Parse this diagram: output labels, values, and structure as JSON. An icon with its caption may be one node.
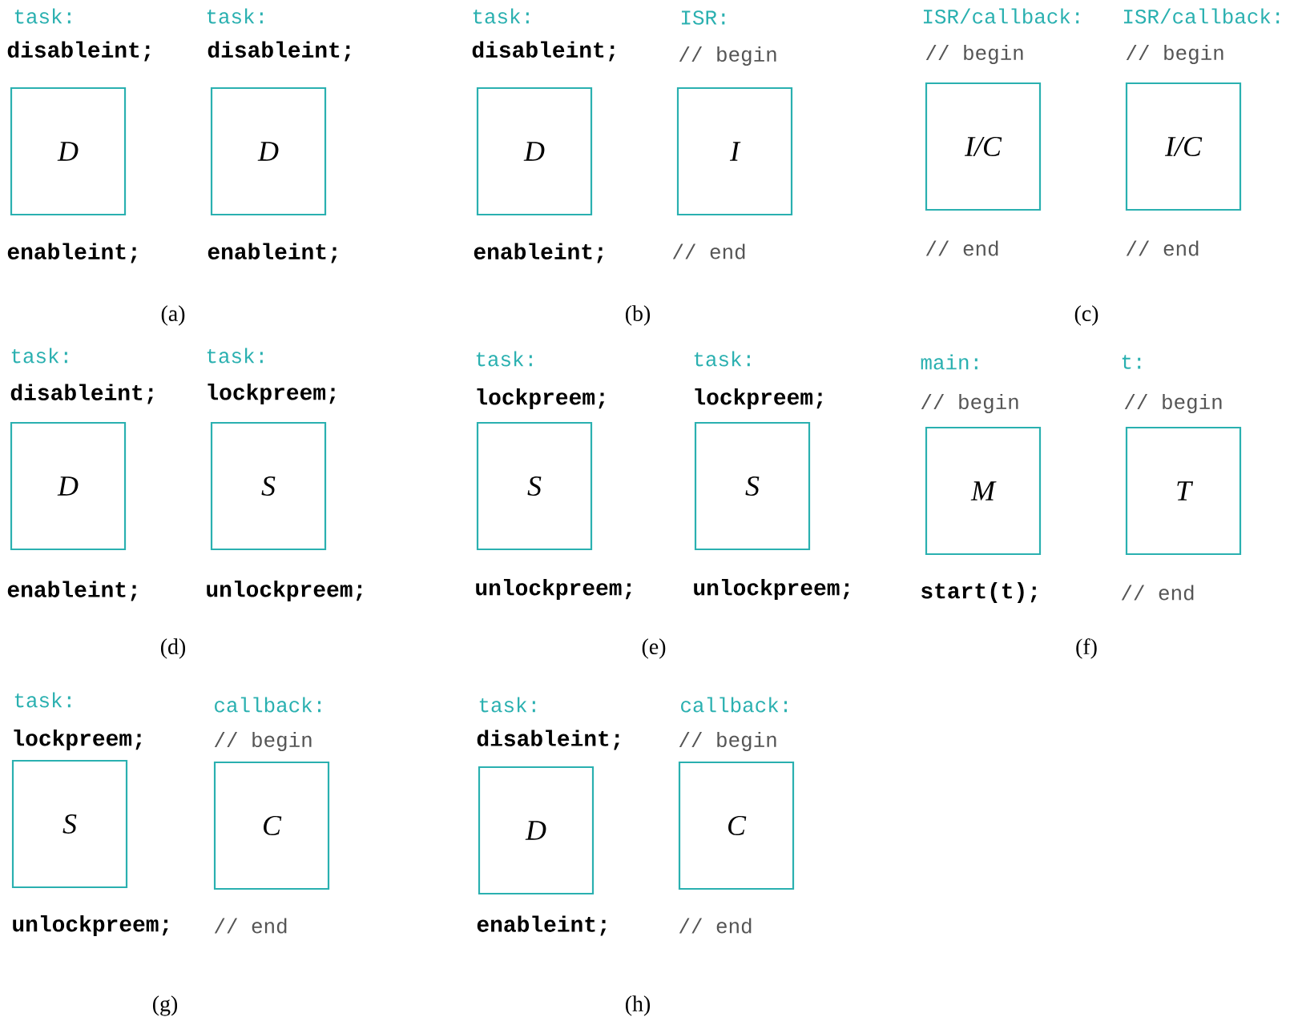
{
  "diagram": {
    "nodes": [
      {
        "text": [
          "D"
        ],
        "beside": [
          "task:",
          "disableint;",
          "enableint;"
        ]
      },
      {
        "text": [
          "D"
        ],
        "beside": [
          "task:",
          "disableint;",
          "enableint;"
        ]
      },
      {
        "text": [
          "D"
        ],
        "beside": [
          "task:",
          "disableint;",
          "enableint;"
        ]
      },
      {
        "text": [
          "I"
        ],
        "beside": [
          "ISR:",
          "// begin",
          "// end"
        ]
      },
      {
        "text": [
          "I/C"
        ],
        "beside": [
          "ISR/callback:",
          "// begin",
          "// end"
        ]
      },
      {
        "text": [
          "I/C"
        ],
        "beside": [
          "ISR/callback:",
          "// begin",
          "// end"
        ]
      },
      {
        "text": [
          "D"
        ],
        "beside": [
          "task:",
          "disableint;",
          "enableint;"
        ]
      },
      {
        "text": [
          "S"
        ],
        "beside": [
          "task:",
          "lockpreem;",
          "unlockpreem;"
        ]
      },
      {
        "text": [
          "S"
        ],
        "beside": [
          "task:",
          "lockpreem;",
          "unlockpreem;"
        ]
      },
      {
        "text": [
          "S"
        ],
        "beside": [
          "task:",
          "lockpreem;",
          "unlockpreem;"
        ]
      },
      {
        "text": [
          "M"
        ],
        "beside": [
          "main:",
          "// begin",
          "start(t);"
        ]
      },
      {
        "text": [
          "T"
        ],
        "beside": [
          "t:",
          "// begin",
          "// end"
        ]
      },
      {
        "text": [
          "S"
        ],
        "beside": [
          "task:",
          "lockpreem;",
          "unlockpreem;"
        ]
      },
      {
        "text": [
          "C"
        ],
        "beside": [
          "callback:",
          "// begin",
          "// end"
        ]
      },
      {
        "text": [
          "D"
        ],
        "beside": [
          "task:",
          "disableint;",
          "enableint;"
        ]
      },
      {
        "text": [
          "C"
        ],
        "beside": [
          "callback:",
          "// begin",
          "// end"
        ]
      }
    ],
    "labels": [
      "(a)",
      "(b)",
      "(c)",
      "(d)",
      "(e)",
      "(f)",
      "(g)",
      "(h)"
    ]
  }
}
